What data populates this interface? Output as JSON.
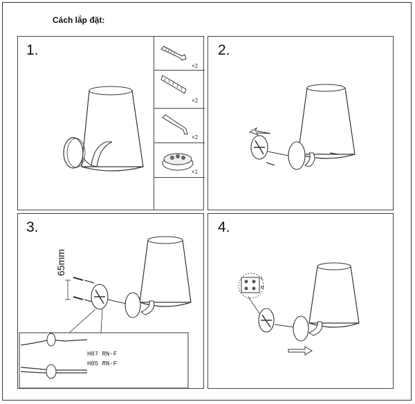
{
  "title": "Cách lắp đặt:",
  "steps": [
    "1.",
    "2.",
    "3.",
    "4."
  ],
  "parts": [
    {
      "icon": "screw-icon",
      "qty": "×2"
    },
    {
      "icon": "wall-plug-icon",
      "qty": "×2"
    },
    {
      "icon": "allen-key-icon",
      "qty": "×2"
    },
    {
      "icon": "terminal-block-icon",
      "qty": "×1"
    }
  ],
  "dimension": "65mm",
  "cables": [
    "H07 RN-F",
    "H05 RN-F"
  ],
  "terminal_labels": [
    "L",
    "N"
  ]
}
